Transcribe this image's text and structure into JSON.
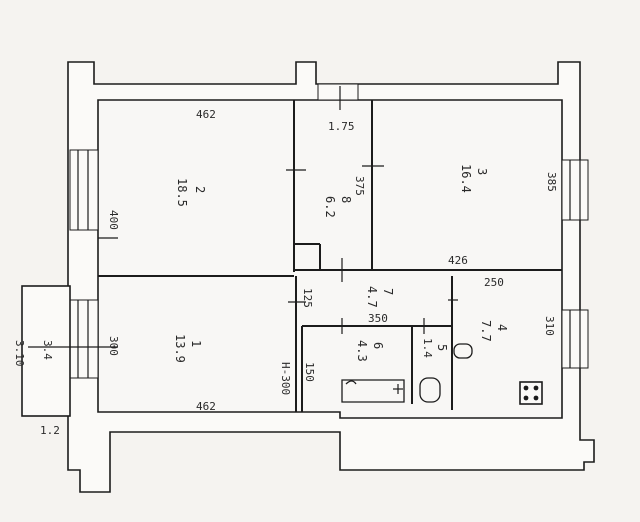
{
  "rooms": {
    "r1": {
      "number": "1",
      "area": "13.9"
    },
    "r2": {
      "number": "2",
      "area": "18.5"
    },
    "r3": {
      "number": "3",
      "area": "16.4"
    },
    "r4": {
      "number": "4",
      "area": "7.7"
    },
    "r5": {
      "number": "5",
      "area": "1.4"
    },
    "r6": {
      "number": "6",
      "area": "4.3"
    },
    "r7": {
      "number": "7",
      "area": "4.7"
    },
    "r8": {
      "number": "8",
      "area": "6.2"
    }
  },
  "dimensions": {
    "top_left_width": "462",
    "left_height_upper": "400",
    "corridor_width": "1.75",
    "pantry_height": "375",
    "room3_height": "385",
    "room3_width": "426",
    "room1_height": "300",
    "bottom_width": "462",
    "partition": "H-300",
    "hall_height": "125",
    "kitchen_width": "250",
    "kitchen_height": "310",
    "bath_width": "350",
    "bath_height": "150",
    "balcony_width": "3.4",
    "balcony_length": "3.10",
    "balcony_depth": "1.2"
  }
}
